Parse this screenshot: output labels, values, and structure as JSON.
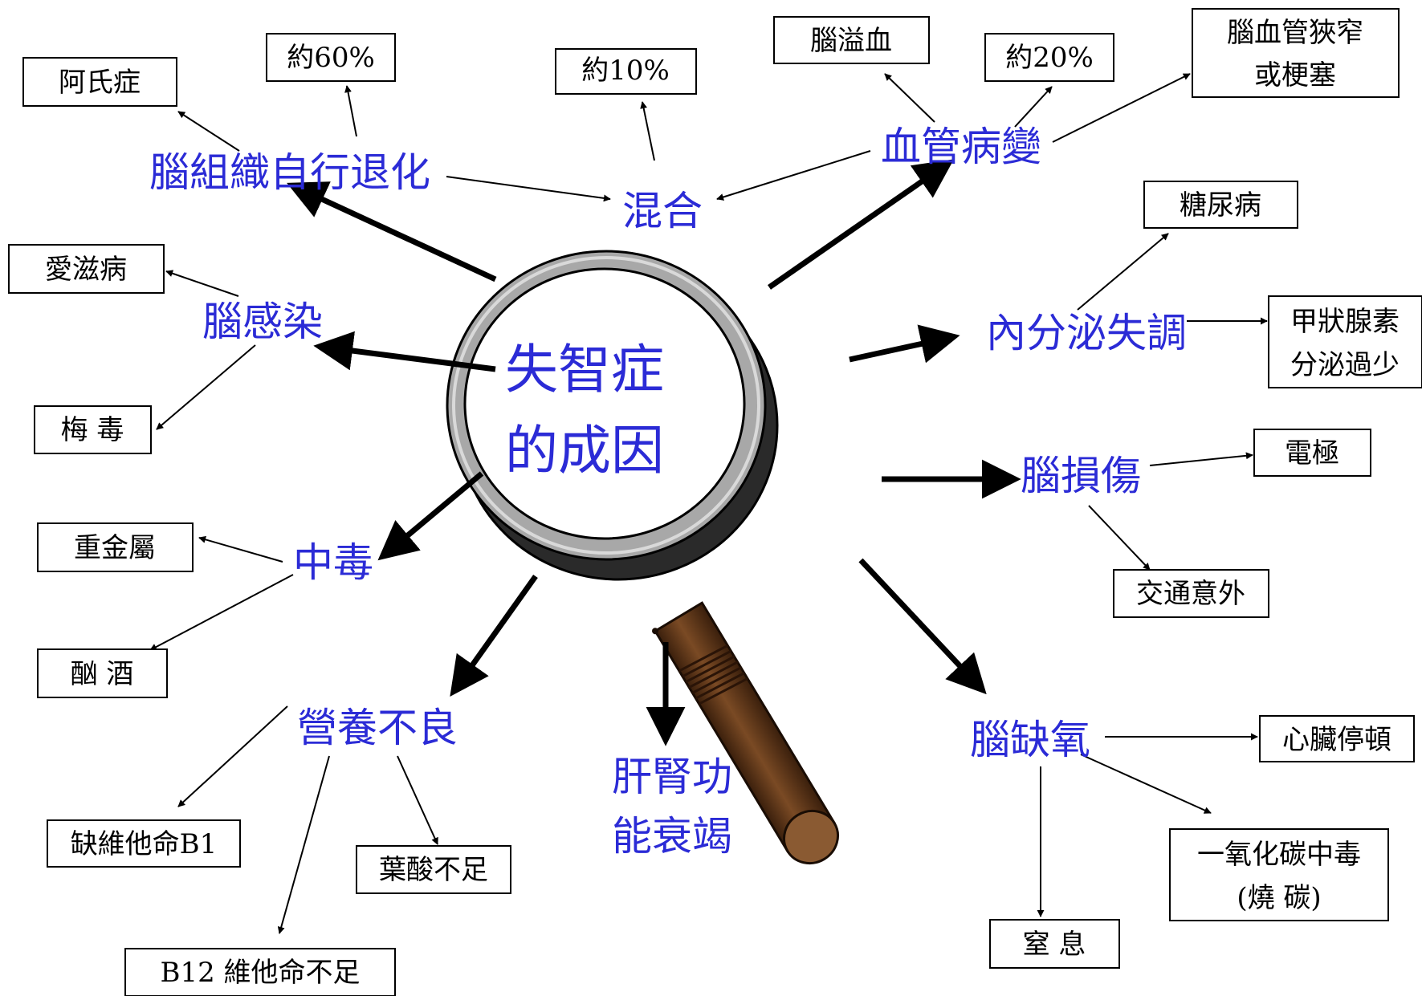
{
  "center": {
    "line1": "失智症",
    "line2": "的成因"
  },
  "categories": {
    "degeneration": "腦組織自行退化",
    "mixed": "混合",
    "vascular": "血管病變",
    "infection": "腦感染",
    "endocrine": "內分泌失調",
    "poisoning": "中毒",
    "injury": "腦損傷",
    "malnutrition": "營養不良",
    "liver_kidney_1": "肝腎功",
    "liver_kidney_2": "能衰竭",
    "hypoxia": "腦缺氧"
  },
  "boxes": {
    "alzheimer": "阿氏症",
    "pct60": "約60%",
    "pct10": "約10%",
    "hemorrhage": "腦溢血",
    "pct20": "約20%",
    "stenosis_1": "腦血管狹窄",
    "stenosis_2": "或梗塞",
    "aids": "愛滋病",
    "syphilis": "梅 毒",
    "diabetes": "糖尿病",
    "thyroid_1": "甲狀腺素",
    "thyroid_2": "分泌過少",
    "heavy_metal": "重金屬",
    "alcohol": "酗 酒",
    "electrode": "電極",
    "traffic": "交通意外",
    "b1": "缺維他命B1",
    "folate": "葉酸不足",
    "b12": "B12 維他命不足",
    "cardiac": "心臟停頓",
    "co_1": "一氧化碳中毒",
    "co_2": "(燒 碳)",
    "suffocation": "窒 息"
  },
  "colors": {
    "category_text": "#2b2bd6",
    "box_border": "#000000",
    "lens_rim": "#9a9a9a",
    "handle": "#6b3f1d"
  },
  "icons": [
    "magnifying-glass-icon"
  ]
}
